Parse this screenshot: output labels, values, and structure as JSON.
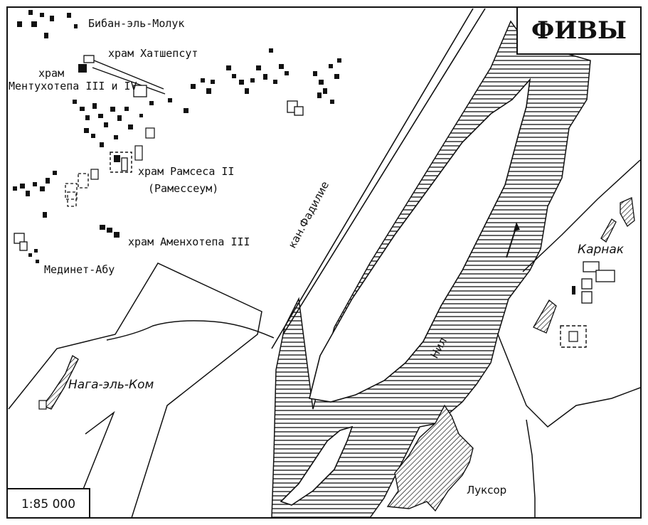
{
  "map": {
    "title": "ФИВЫ",
    "scale": "1:85 000",
    "labels": {
      "biban": "Бибан-эль-Молук",
      "hatshepsut": "храм Хатшепсут",
      "mentuhotep_1": "храм",
      "mentuhotep_2": "Ментухотепа III и IV",
      "ramses_1": "храм Рамсеса II",
      "ramses_2": "(Рамессеум)",
      "amenhotep": "храм Аменхотепа III",
      "medinet": "Мединет-Абу",
      "naga": "Нага-эль-Ком",
      "canal": "кан.Фадилие",
      "nile": "Нил",
      "karnak": "Карнак",
      "luxor": "Луксор"
    }
  }
}
